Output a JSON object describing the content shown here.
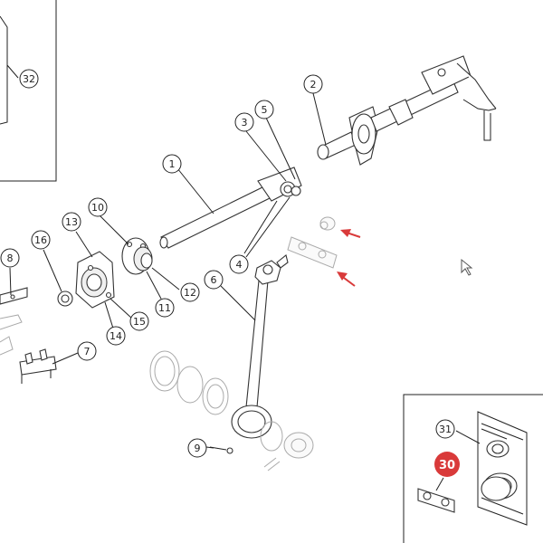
{
  "diagram": {
    "callouts": [
      {
        "id": "c32",
        "label": "32"
      },
      {
        "id": "c2",
        "label": "2"
      },
      {
        "id": "c3",
        "label": "3"
      },
      {
        "id": "c5",
        "label": "5"
      },
      {
        "id": "c1",
        "label": "1"
      },
      {
        "id": "c10",
        "label": "10"
      },
      {
        "id": "c13",
        "label": "13"
      },
      {
        "id": "c16",
        "label": "16"
      },
      {
        "id": "c8",
        "label": "8"
      },
      {
        "id": "c4",
        "label": "4"
      },
      {
        "id": "c6",
        "label": "6"
      },
      {
        "id": "c12",
        "label": "12"
      },
      {
        "id": "c11",
        "label": "11"
      },
      {
        "id": "c15",
        "label": "15"
      },
      {
        "id": "c14",
        "label": "14"
      },
      {
        "id": "c7",
        "label": "7"
      },
      {
        "id": "c9",
        "label": "9"
      },
      {
        "id": "c31",
        "label": "31"
      }
    ],
    "highlight": {
      "label": "30",
      "color": "#d93a3a"
    },
    "arrow_color": "#d93a3a"
  }
}
